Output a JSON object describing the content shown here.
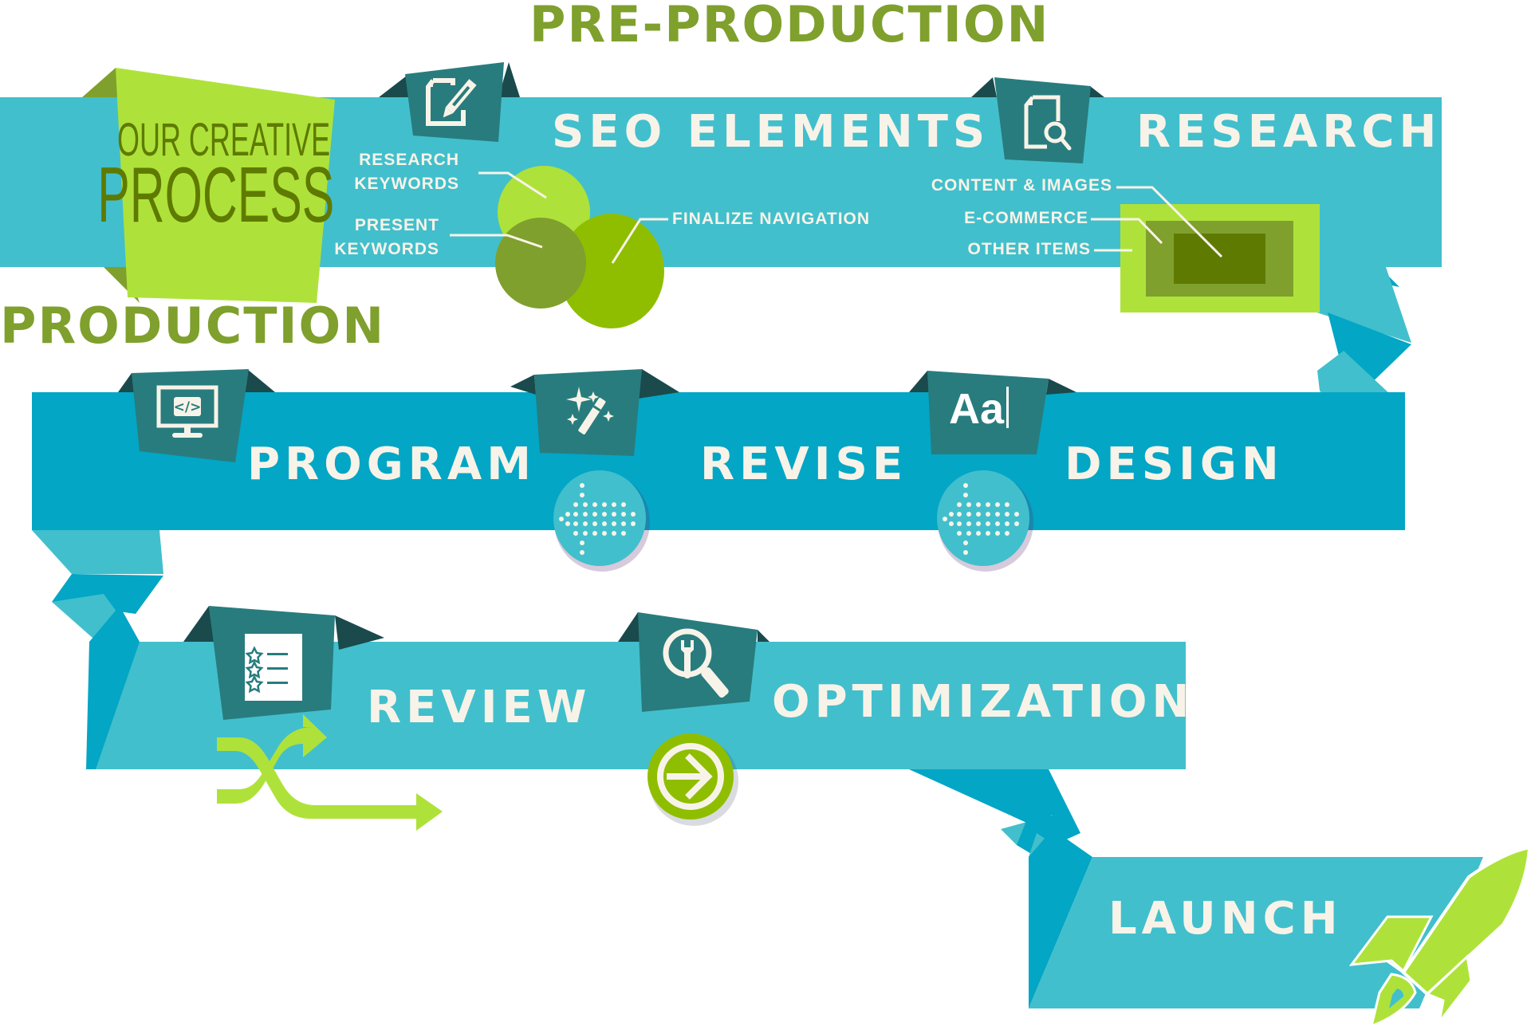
{
  "title_tag": {
    "line1": "OUR CREATIVE",
    "line2": "PROCESS"
  },
  "phases": {
    "pre_production": "PRE-PRODUCTION",
    "production": "PRODUCTION"
  },
  "steps": {
    "seo_elements": {
      "label": "SEO ELEMENTS",
      "icon": "document-edit-icon",
      "notes": [
        "RESEARCH",
        "KEYWORDS",
        "PRESENT",
        "KEYWORDS",
        "FINALIZE NAVIGATION"
      ]
    },
    "research": {
      "label": "RESEARCH",
      "icon": "document-search-icon",
      "notes": [
        "CONTENT & IMAGES",
        "E-COMMERCE",
        "OTHER ITEMS"
      ]
    },
    "program": {
      "label": "PROGRAM",
      "icon": "monitor-code-icon"
    },
    "revise": {
      "label": "REVISE",
      "icon": "magic-wand-icon"
    },
    "design": {
      "label": "DESIGN",
      "icon": "typography-icon",
      "icon_text": "Aa"
    },
    "review": {
      "label": "REVIEW",
      "icon": "star-checklist-icon"
    },
    "optimization": {
      "label": "OPTIMIZATION",
      "icon": "search-wrench-icon"
    },
    "launch": {
      "label": "LAUNCH",
      "icon": "rocket-icon"
    }
  },
  "colors": {
    "ribbon_light": "#42bfcc",
    "ribbon_dark": "#03a6c5",
    "tab_teal": "#287c7e",
    "tab_shadow": "#1a4a4c",
    "lime": "#aee23a",
    "olive": "#7fa02d",
    "green": "#8fbe00",
    "dark_green": "#5f7a00",
    "cream": "#f8f3e8"
  }
}
